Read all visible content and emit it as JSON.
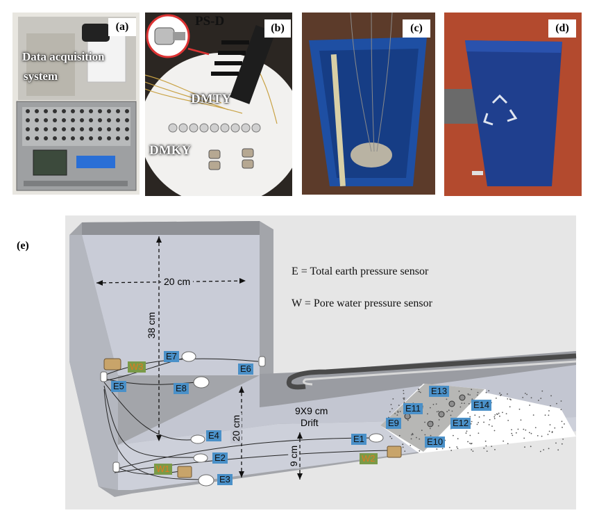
{
  "panels": {
    "a": {
      "tag": "(a)",
      "label_line1": "Data acquisition",
      "label_line2": "system"
    },
    "b": {
      "tag": "(b)",
      "ps_d": "PS-D",
      "dmty": "DMTY",
      "dmky": "DMKY"
    },
    "c": {
      "tag": "(c)"
    },
    "d": {
      "tag": "(d)"
    },
    "e": {
      "tag": "(e)"
    }
  },
  "legend": {
    "earth": "E = Total earth pressure sensor",
    "water": "W = Pore water pressure sensor"
  },
  "dimensions": {
    "width_20": "20 cm",
    "height_38": "38 cm",
    "height_20": "20 cm",
    "height_9": "9 cm",
    "drift_size": "9X9 cm",
    "drift_label": "Drift"
  },
  "sensors": {
    "E1": "E1",
    "E2": "E2",
    "E3": "E3",
    "E4": "E4",
    "E5": "E5",
    "E6": "E6",
    "E7": "E7",
    "E8": "E8",
    "E9": "E9",
    "E10": "E10",
    "E11": "E11",
    "E12": "E12",
    "E13": "E13",
    "E14": "E14",
    "W1": "W1",
    "W2": "W2",
    "W3": "W3"
  },
  "colors": {
    "sensor_label_bg": "#4a90c8",
    "water_label_text": "#e07a20",
    "wall_gray": "#a3a5aa",
    "inner_face": "#c9ccd7"
  }
}
